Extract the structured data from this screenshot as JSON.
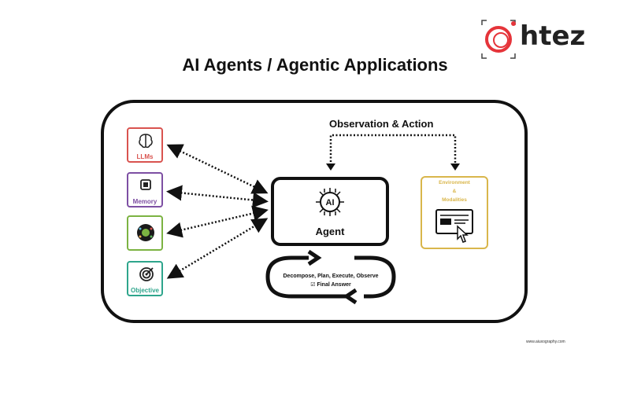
{
  "logo": {
    "text": "htez",
    "icon": "camera-ring-logo"
  },
  "title": "AI Agents / Agentic Applications",
  "observation_label": "Observation & Action",
  "tools": [
    {
      "label": "LLMs",
      "icon": "brain-icon",
      "color": "#d9534f"
    },
    {
      "label": "Memory",
      "icon": "chip-icon",
      "color": "#7d4fa3"
    },
    {
      "label": "",
      "icon": "tools-gear-icon",
      "color": "#7cb342"
    },
    {
      "label": "Objective",
      "icon": "target-icon",
      "color": "#2ea58c"
    }
  ],
  "agent": {
    "chip_label": "AI",
    "label": "Agent"
  },
  "loop": {
    "line1": "Decompose, Plan, Execute, Observe",
    "line2": "☑ Final Answer"
  },
  "environment": {
    "line1": "Environment",
    "line2": "&",
    "line3": "Modalities",
    "color": "#d9b64b"
  },
  "footer": "www.aiuxography.com"
}
